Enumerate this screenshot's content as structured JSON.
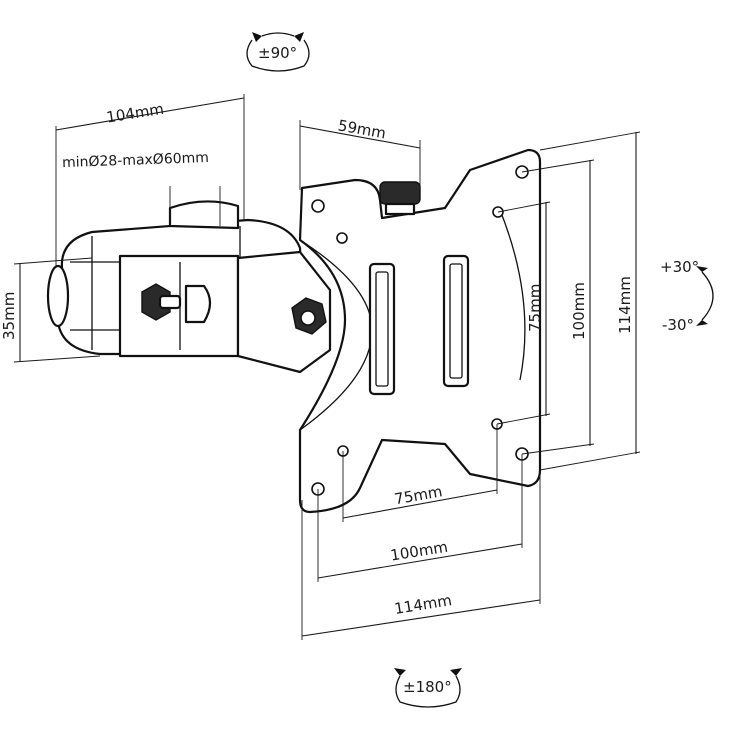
{
  "labels": {
    "rotation_top": "±90°",
    "rotation_bottom": "±180°",
    "tilt_up": "+30°",
    "tilt_down": "-30°",
    "clamp_depth": "104mm",
    "clamp_range": "minØ28-maxØ60mm",
    "arm_height": "35mm",
    "plate_offset": "59mm",
    "vesa_h_75": "75mm",
    "vesa_h_100": "100mm",
    "plate_w_114": "114mm",
    "vesa_v_75": "75mm",
    "vesa_v_100": "100mm",
    "plate_h_114": "114mm"
  }
}
